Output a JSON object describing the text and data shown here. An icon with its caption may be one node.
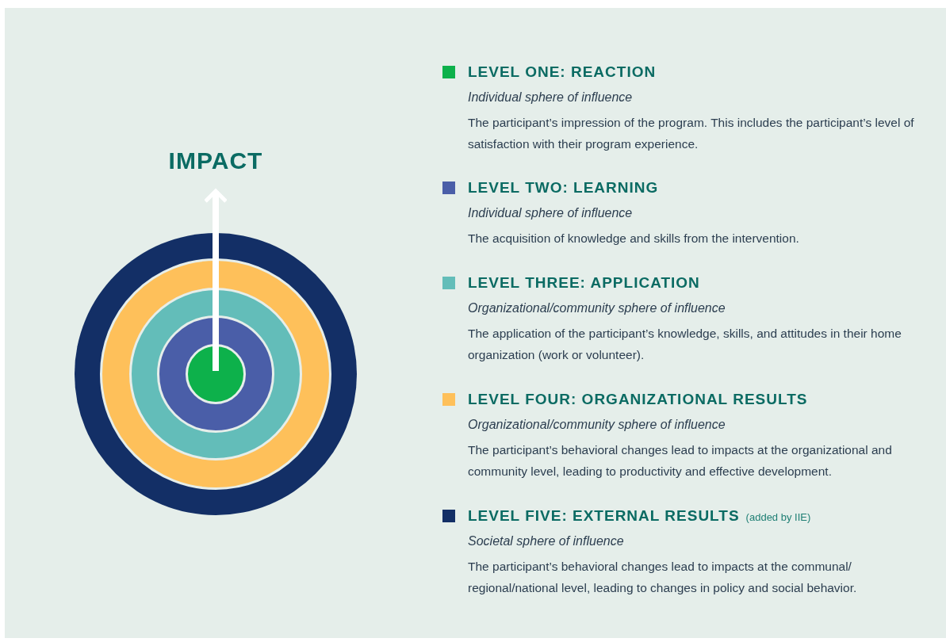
{
  "diagram": {
    "nodes": [
      {
        "text": [
          "IMPACT"
        ]
      },
      {
        "text": [],
        "shape": "circle"
      },
      {
        "text": [],
        "shape": "circle",
        "in": 1
      },
      {
        "text": [],
        "shape": "circle",
        "in": 2
      },
      {
        "text": [],
        "shape": "circle",
        "in": 3
      },
      {
        "text": [],
        "shape": "circle",
        "in": 4
      }
    ],
    "edges": [
      {
        "from": 5,
        "to": 0,
        "arrow": "to"
      }
    ],
    "labels": [
      "Individual sphere of influence",
      "The participant’s impression of the program. This includes the participant’s level of satisfaction with their program experience.",
      "Individual sphere of influence",
      "The acquisition of knowledge and skills from the intervention.",
      "Organizational/community sphere of influence",
      "The application of the participant’s knowledge, skills, and attitudes in their home organization (work or volunteer).",
      "Organizational/community sphere of influence",
      "The participant’s behavioral changes lead to impacts at the organizational and community level, leading to productivity and effective development.",
      "(added by IIE)",
      "Societal sphere of influence",
      "The participant’s behavioral changes lead to impacts at the communal/ regional/national level, leading to changes in policy and social behavior."
    ],
    "legend": [
      {
        "text": "LEVEL ONE: REACTION",
        "color": "#0db14b"
      },
      {
        "text": "LEVEL TWO: LEARNING",
        "color": "#4a5ea8"
      },
      {
        "text": "LEVEL THREE: APPLICATION",
        "color": "#63bdb9"
      },
      {
        "text": "LEVEL FOUR: ORGANIZATIONAL RESULTS",
        "color": "#fec05a"
      },
      {
        "text": "LEVEL FIVE: EXTERNAL RESULTS",
        "color": "#132f66"
      }
    ]
  }
}
